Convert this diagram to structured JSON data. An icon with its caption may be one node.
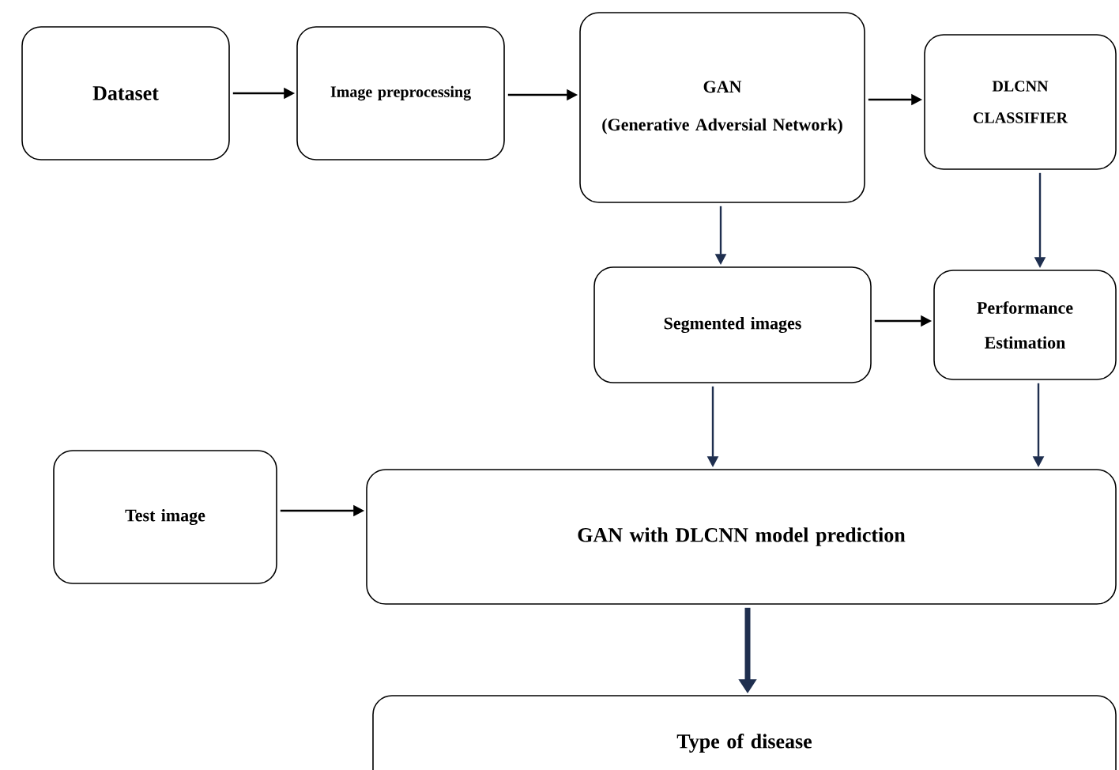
{
  "diagram": {
    "nodes": [
      {
        "text": [
          "Dataset"
        ]
      },
      {
        "text": [
          "Image preprocessing"
        ]
      },
      {
        "text": [
          "GAN",
          "(Generative Adversial Network)"
        ]
      },
      {
        "text": [
          "DLCNN CLASSIFIER"
        ]
      },
      {
        "text": [
          "Segmented images"
        ]
      },
      {
        "text": [
          "Performance Estimation"
        ]
      },
      {
        "text": [
          "Test image"
        ]
      },
      {
        "text": [
          "GAN with DLCNN  model prediction"
        ]
      },
      {
        "text": [
          "Type of disease"
        ]
      }
    ],
    "edges": [
      {
        "from": 0,
        "to": 1,
        "arrow": "to",
        "color": "#000000"
      },
      {
        "from": 1,
        "to": 2,
        "arrow": "to",
        "color": "#000000"
      },
      {
        "from": 2,
        "to": 3,
        "arrow": "to",
        "color": "#000000"
      },
      {
        "from": 2,
        "to": 4,
        "arrow": "to"
      },
      {
        "from": 3,
        "to": 5,
        "arrow": "to"
      },
      {
        "from": 4,
        "to": 5,
        "arrow": "to",
        "color": "#000000"
      },
      {
        "from": 4,
        "to": 7,
        "arrow": "to"
      },
      {
        "from": 5,
        "to": 7,
        "arrow": "to"
      },
      {
        "from": 6,
        "to": 7,
        "arrow": "to",
        "color": "#000000"
      },
      {
        "from": 7,
        "to": 8,
        "arrow": "to",
        "style": "thick"
      }
    ]
  }
}
